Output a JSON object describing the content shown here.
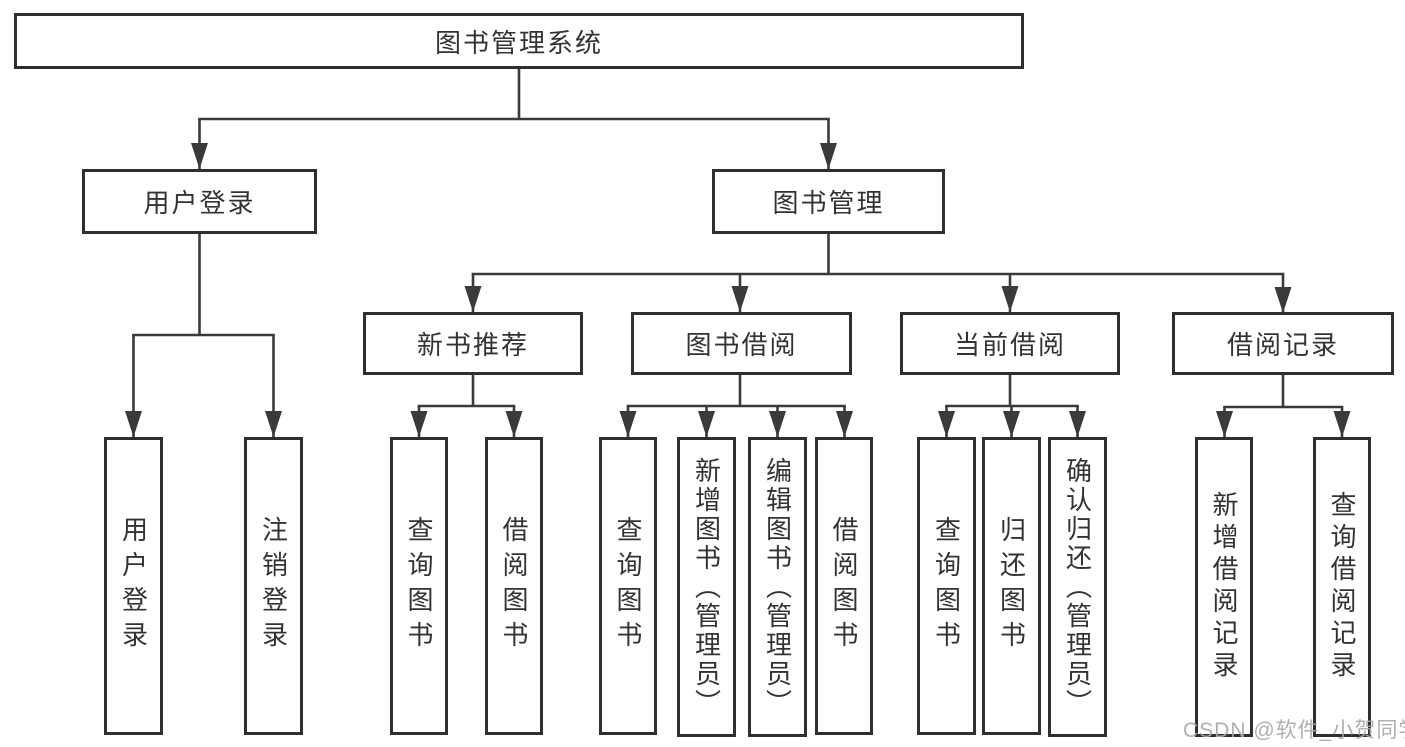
{
  "tree": {
    "root": {
      "label": "图书管理系统"
    },
    "branches": [
      {
        "label": "用户登录",
        "children": [
          {
            "label": "用户登录"
          },
          {
            "label": "注销登录"
          }
        ]
      },
      {
        "label": "图书管理",
        "children": [
          {
            "label": "新书推荐",
            "children": [
              {
                "label": "查询图书"
              },
              {
                "label": "借阅图书"
              }
            ]
          },
          {
            "label": "图书借阅",
            "children": [
              {
                "label": "查询图书"
              },
              {
                "label": "新增图书（管理员）"
              },
              {
                "label": "编辑图书（管理员）"
              },
              {
                "label": "借阅图书"
              }
            ]
          },
          {
            "label": "当前借阅",
            "children": [
              {
                "label": "查询图书"
              },
              {
                "label": "归还图书"
              },
              {
                "label": "确认归还（管理员）"
              }
            ]
          },
          {
            "label": "借阅记录",
            "children": [
              {
                "label": "新增借阅记录"
              },
              {
                "label": "查询借阅记录"
              }
            ]
          }
        ]
      }
    ]
  },
  "watermark": "CSDN @软件_小贺同学",
  "colors": {
    "background": "#ffffff",
    "line": "#3a3a3a",
    "box_border": "#2f2f2f",
    "text": "#333333",
    "watermark": "#a8a8a8"
  }
}
